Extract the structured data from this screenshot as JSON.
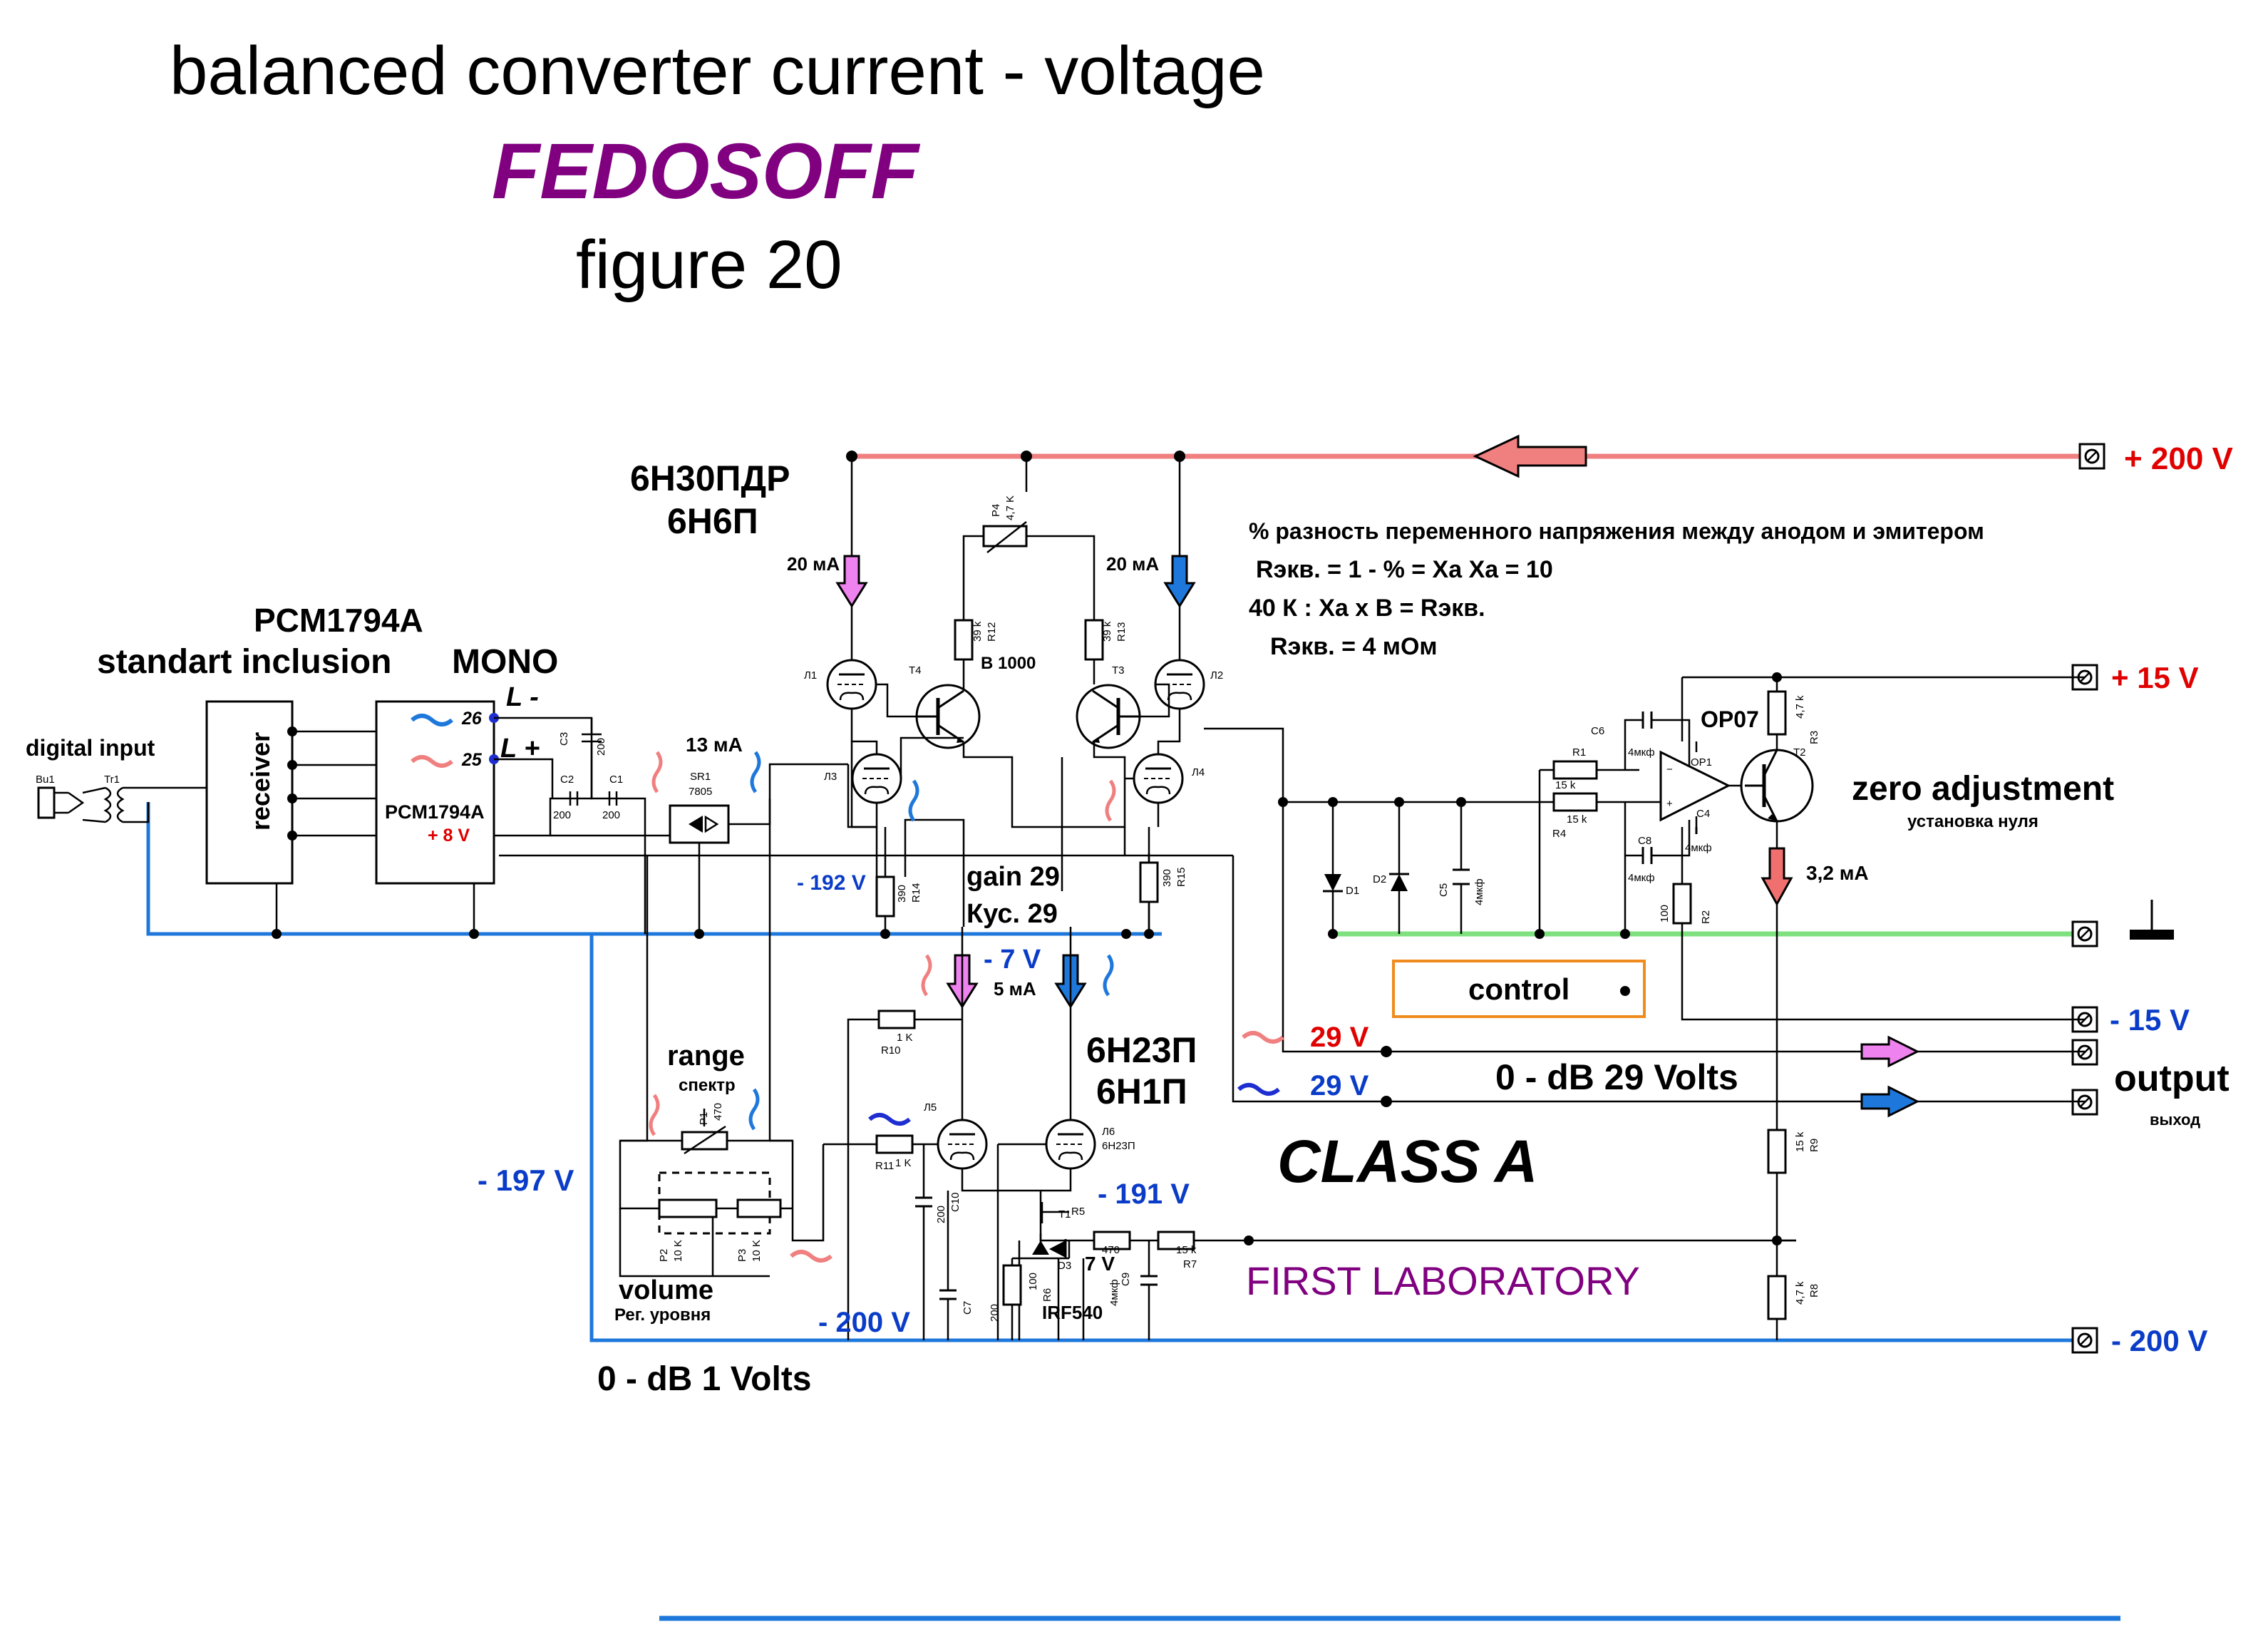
{
  "header": {
    "title": "balanced converter current - voltage",
    "brand": "FEDOSOFF",
    "figure": "figure 20"
  },
  "tubes": {
    "input_tube": "6Н30ПДР",
    "input_tube_alt": "6Н6П",
    "output_tube": "6Н23П",
    "output_tube_alt": "6Н1П"
  },
  "dac": {
    "chip_title": "PCM1794A",
    "inclusion": "standart inclusion",
    "mode": "MONO",
    "chip_label": "PCM1794A",
    "supply": "+ 8 V",
    "pin26": "26",
    "pin25": "25",
    "out_minus": "L -",
    "out_plus": "L +"
  },
  "input": {
    "label": "digital input",
    "jack": "Bu1",
    "transformer": "Tr1",
    "receiver": "receiver"
  },
  "regulator": {
    "current": "13 мА",
    "ref": "SR1",
    "part": "7805"
  },
  "annotations": {
    "note_line1": "% разность переменного напряжения между анодом и эмитером",
    "note_line2": "Rэкв. = 1 - % = Ха      Ха = 10",
    "note_line3": "40 К : Ха  х В = Rэкв.",
    "note_line4": "Rэкв. = 4 мОм",
    "current_left": "20 мА",
    "current_right": "20 мА",
    "beta": "B 1000",
    "gain": "gain 29",
    "gain_ru": "Кус. 29",
    "current_5ma": "5 мА",
    "op_current": "3,2 мА",
    "op_amp": "OP07",
    "zero_adj": "zero adjustment",
    "zero_adj_ru": "установка нуля",
    "control": "control",
    "class": "CLASS A",
    "lab": "FIRST LABORATORY",
    "out_level": "0 - dB 29 Volts",
    "in_level": "0 - dB 1 Volts",
    "range": "range",
    "range_ru": "спектр",
    "volume": "volume",
    "volume_ru": "Рег. уровня",
    "irf": "IRF540",
    "zener_v": "7 V",
    "output": "output",
    "output_ru": "выход"
  },
  "voltages": {
    "v200": "+ 200 V",
    "v15p": "+ 15 V",
    "v15n": "- 15 V",
    "v200n": "- 200 V",
    "v192": "- 192 V",
    "v7": "- 7 V",
    "v197": "- 197 V",
    "v191": "- 191 V",
    "v200n_low": "- 200 V",
    "out_pink": "29 V",
    "out_blue": "29 V"
  },
  "parts": {
    "P4": "P4",
    "P4v": "4,7 K",
    "R12": "R12",
    "R12v": "39 k",
    "R13": "R13",
    "R13v": "39 k",
    "L1": "Л1",
    "L2": "Л2",
    "L3": "Л3",
    "L4": "Л4",
    "L5": "Л5",
    "L6": "Л6",
    "L6v": "6Н23П",
    "T4": "T4",
    "T3": "T3",
    "T1": "T1",
    "T2": "T2",
    "R14": "R14",
    "R14v": "390",
    "R15": "R15",
    "R15v": "390",
    "C3": "C3",
    "C3v": "200",
    "C2": "C2",
    "C2v": "200",
    "C1": "C1",
    "C1v": "200",
    "R10": "R10",
    "R10v": "1 K",
    "R11": "R11",
    "R11v": "1 K",
    "C10": "C10",
    "C10v": "200",
    "C7": "C7",
    "C7v": "200",
    "R6": "R6",
    "R6v": "100",
    "D3": "D3",
    "R5": "R5",
    "R5v": "470",
    "C9": "C9",
    "C9v": "4мкф",
    "R7": "R7",
    "R7v": "15 k",
    "P1": "P1",
    "P1v": "470",
    "P2": "P2",
    "P2v": "10 K",
    "P3": "P3",
    "P3v": "10 K",
    "D1": "D1",
    "D2": "D2",
    "C5": "C5",
    "C5v": "4мкф",
    "C6": "C6",
    "C6v": "4мкф",
    "C8": "C8",
    "C8v": "4мкф",
    "C4": "C4",
    "C4v": "4мкф",
    "R1": "R1",
    "R1v": "15 k",
    "R4": "R4",
    "R4v": "15 k",
    "R2": "R2",
    "R2v": "100",
    "R3": "R3",
    "R3v": "4,7 k",
    "R9": "R9",
    "R9v": "15 k",
    "R8": "R8",
    "R8v": "4,7 k",
    "OP1": "OP1"
  },
  "colors": {
    "rail_pos": "#f08080",
    "rail_neg": "#1e78dc",
    "rail_gnd": "#7ee07e",
    "arrow_pink": "#ee82ee",
    "arrow_blue": "#1e78dc",
    "arrow_red": "#f07070",
    "control_box": "#f08c1e"
  }
}
